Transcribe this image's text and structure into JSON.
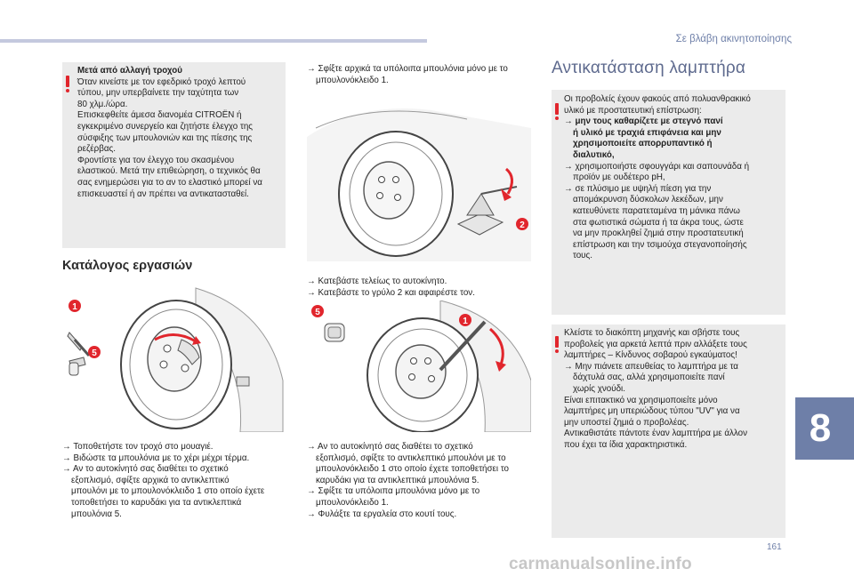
{
  "header": {
    "title": "Σε βλάβη ακινητοποίησης"
  },
  "warning_left": {
    "title": "Μετά από αλλαγή τροχού",
    "lines": [
      "Όταν κινείστε με τον εφεδρικό τροχό λεπτού",
      "τύπου, μην υπερβαίνετε την ταχύτητα των",
      "80 χλμ./ώρα.",
      "Επισκεφθείτε άμεσα διανομέα CITROËN ή",
      "εγκεκριμένο συνεργείο και ζητήστε έλεγχο της",
      "σύσφιξης των μπουλονιών και της πίεσης της",
      "ρεζέρβας.",
      "Φροντίστε για τον έλεγχο του σκασμένου",
      "ελαστικού. Μετά την επιθεώρηση, ο τεχνικός θα",
      "σας ενημερώσει για το αν το ελαστικό μπορεί να",
      "επισκευαστεί ή αν πρέπει να αντικατασταθεί."
    ]
  },
  "section_title": "Κατάλογος εργασιών",
  "left_steps": [
    {
      "bullet": "",
      "text": "Τοποθετήστε τον τροχό στο μουαγιέ."
    },
    {
      "bullet": "",
      "text": "Βιδώστε τα μπουλόνια με το χέρι μέχρι τέρμα."
    },
    {
      "bullet": "",
      "text": "Αν το αυτοκίνητό σας διαθέτει το σχετικό"
    },
    {
      "bullet": "",
      "text": "εξοπλισμό, σφίξτε αρχικά το αντικλεπτικό"
    },
    {
      "bullet": "",
      "text": "μπουλόνι με το μπουλονόκλειδο 1 στο οποίο έχετε"
    },
    {
      "bullet": "",
      "text": "τοποθετήσει το καρυδάκι για τα αντικλεπτικά"
    },
    {
      "bullet": "",
      "text": "μπουλόνια 5."
    }
  ],
  "mid_top": {
    "line1": "Σφίξτε αρχικά τα υπόλοιπα μπουλόνια μόνο με το",
    "line2": "μπουλονόκλειδο 1."
  },
  "mid_middle": {
    "line1": "Κατεβάστε τελείως το αυτοκίνητο.",
    "line2": "Κατεβάστε το γρύλο 2 και αφαιρέστε τον."
  },
  "mid_bottom": [
    "Αν το αυτοκίνητό σας διαθέτει το σχετικό",
    "εξοπλισμό, σφίξτε το αντικλεπτικό μπουλόνι με το",
    "μπουλονόκλειδο 1 στο οποίο έχετε τοποθετήσει το",
    "καρυδάκι για τα αντικλεπτικά μπουλόνια 5.",
    "Σφίξτε τα υπόλοιπα μπουλόνια μόνο με το",
    "μπουλονόκλειδο 1.",
    "Φυλάξτε τα εργαλεία στο κουτί τους."
  ],
  "right_title": "Αντικατάσταση λαμπτήρα",
  "right_box1": [
    "Οι προβολείς έχουν φακούς από πολυανθρακικό",
    "υλικό με προστατευτική επίστρωση:",
    "μην τους καθαρίζετε με στεγνό πανί",
    "ή υλικό με τραχιά επιφάνεια και μην",
    "χρησιμοποιείτε απορρυπαντικό ή",
    "διαλυτικό,",
    "χρησιμοποιήστε σφουγγάρι και σαπουνάδα ή",
    "προϊόν με ουδέτερο pH,",
    "σε πλύσιμο με υψηλή πίεση για την",
    "απομάκρυνση δύσκολων λεκέδων, μην",
    "κατευθύνετε παρατεταμένα τη μάνικα πάνω",
    "στα φωτιστικά σώματα ή τα άκρα τους, ώστε",
    "να μην προκληθεί ζημιά στην προστατευτική",
    "επίστρωση και την τσιμούχα στεγανοποίησής",
    "τους."
  ],
  "right_box2": [
    "Κλείστε το διακόπτη μηχανής και σβήστε τους",
    "προβολείς για αρκετά λεπτά πριν αλλάξετε τους",
    "λαμπτήρες – Κίνδυνος σοβαρού εγκαύματος!",
    "Μην πιάνετε απευθείας το λαμπτήρα με τα",
    "δάχτυλά σας, αλλά χρησιμοποιείτε πανί",
    "χωρίς χνούδι.",
    "Είναι επιτακτικό να χρησιμοποιείτε μόνο",
    "λαμπτήρες μη υπεριώδους τύπου \"UV\" για να",
    "μην υποστεί ζημιά ο προβολέας.",
    "Αντικαθιστάτε πάντοτε έναν λαμπτήρα με άλλον",
    "που έχει τα ίδια χαρακτηριστικά."
  ],
  "badges": {
    "one": "1",
    "two": "2",
    "five": "5"
  },
  "chapter": "8",
  "page_number": "161",
  "footer": "carmanualsonline.info",
  "colors": {
    "accent": "#6e7fa8",
    "badge": "#e1262d",
    "panel": "#ebebeb"
  }
}
